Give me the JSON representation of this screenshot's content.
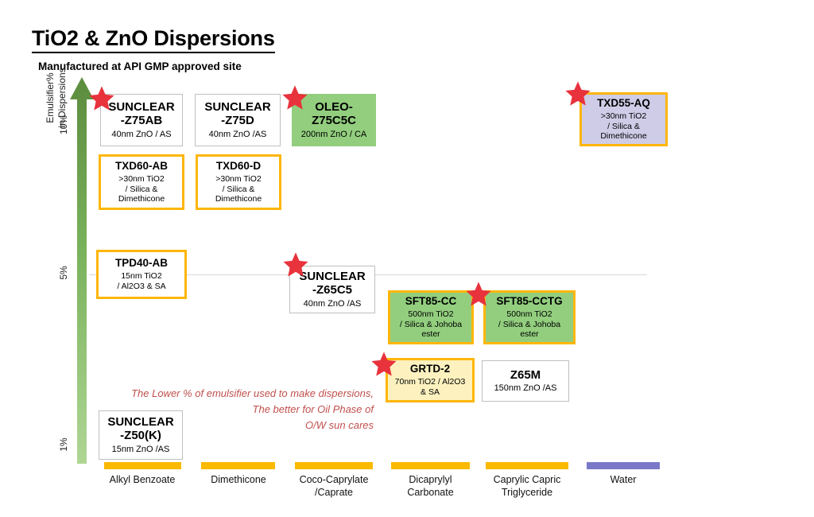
{
  "header": {
    "title": "TiO2 & ZnO Dispersions",
    "subtitle": "Manufactured at API GMP approved site"
  },
  "chart_data": {
    "type": "scatter",
    "title": "TiO2 & ZnO Dispersions",
    "subtitle": "Manufactured at API GMP approved site",
    "xlabel": "",
    "ylabel": "Emulsifier%\nin Dispersions",
    "y_ticks": [
      "10%",
      "5%",
      "1%"
    ],
    "ylim": [
      1,
      11
    ],
    "grid": "single horizontal gridline at 5%",
    "legend": "none",
    "categories": [
      "Alkyl Benzoate",
      "Dimethicone",
      "Coco-Caprylate\n/Caprate",
      "Dicaprylyl\nCarbonate",
      "Caprylic Capric\nTriglyceride",
      "Water"
    ],
    "category_colors": [
      "#FBB900",
      "#FBB900",
      "#FBB900",
      "#FBB900",
      "#FBB900",
      "#7A78C8"
    ],
    "annotation": "The Lower % of emulsifier used to make dispersions,\nThe better for  Oil Phase of\nO/W sun cares",
    "annotation_color": "#C0504D",
    "points": [
      {
        "name": "SUNCLEAR\n-Z75AB",
        "detail": "40nm ZnO / AS",
        "category": "Alkyl Benzoate",
        "y": 10,
        "style": "white",
        "star": true
      },
      {
        "name": "SUNCLEAR\n-Z75D",
        "detail": "40nm ZnO /AS",
        "category": "Dimethicone",
        "y": 10,
        "style": "white",
        "star": false
      },
      {
        "name": "OLEO-\nZ75C5C",
        "detail": "200nm ZnO / CA",
        "category": "Coco-Caprylate /Caprate",
        "y": 10,
        "style": "green",
        "star": true
      },
      {
        "name": "TXD55-AQ",
        "detail": ">30nm TiO2\n/ Silica &\nDimethicone",
        "category": "Water",
        "y": 10,
        "style": "lavender",
        "star": true
      },
      {
        "name": "TXD60-AB",
        "detail": ">30nm TiO2\n/ Silica &\nDimethicone",
        "category": "Alkyl Benzoate",
        "y": 8,
        "style": "orange",
        "star": false
      },
      {
        "name": "TXD60-D",
        "detail": ">30nm TiO2\n/ Silica &\nDimethicone",
        "category": "Dimethicone",
        "y": 8,
        "style": "orange",
        "star": false
      },
      {
        "name": "TPD40-AB",
        "detail": "15nm TiO2\n/ Al2O3 & SA",
        "category": "Alkyl Benzoate",
        "y": 5,
        "style": "orange",
        "star": false
      },
      {
        "name": "SUNCLEAR\n-Z65C5",
        "detail": "40nm ZnO /AS",
        "category": "Coco-Caprylate /Caprate",
        "y": 4.6,
        "style": "white",
        "star": true
      },
      {
        "name": "SFT85-CC",
        "detail": "500nm TiO2\n/ Silica & Johoba\nester",
        "category": "Dicaprylyl Carbonate",
        "y": 4,
        "style": "green-orange",
        "star": false
      },
      {
        "name": "SFT85-CCTG",
        "detail": "500nm TiO2\n/ Silica & Johoba\nester",
        "category": "Caprylic Capric Triglyceride",
        "y": 4,
        "style": "green-orange",
        "star": true
      },
      {
        "name": "GRTD-2",
        "detail": "70nm TiO2 / Al2O3\n& SA",
        "category": "Dicaprylyl Carbonate",
        "y": 3,
        "style": "yellow",
        "star": true
      },
      {
        "name": "Z65M",
        "detail": "150nm ZnO /AS",
        "category": "Caprylic Capric Triglyceride",
        "y": 3,
        "style": "white",
        "star": false
      },
      {
        "name": "SUNCLEAR\n-Z50(K)",
        "detail": "15nm ZnO /AS",
        "category": "Alkyl Benzoate",
        "y": 1.3,
        "style": "white",
        "star": false
      }
    ]
  },
  "nodes": {
    "sunclear_z75ab": {
      "name": "SUNCLEAR\n-Z75AB",
      "detail": "40nm ZnO / AS"
    },
    "sunclear_z75d": {
      "name": "SUNCLEAR\n-Z75D",
      "detail": "40nm ZnO /AS"
    },
    "oleo_z75c5c": {
      "name": "OLEO-\nZ75C5C",
      "detail": "200nm ZnO / CA"
    },
    "txd55_aq": {
      "name": "TXD55-AQ",
      "detail": ">30nm TiO2\n/ Silica &\nDimethicone"
    },
    "txd60_ab": {
      "name": "TXD60-AB",
      "detail": ">30nm TiO2\n/ Silica &\nDimethicone"
    },
    "txd60_d": {
      "name": "TXD60-D",
      "detail": ">30nm TiO2\n/ Silica &\nDimethicone"
    },
    "tpd40_ab": {
      "name": "TPD40-AB",
      "detail": "15nm TiO2\n/ Al2O3 & SA"
    },
    "sunclear_z65c5": {
      "name": "SUNCLEAR\n-Z65C5",
      "detail": "40nm ZnO /AS"
    },
    "sft85_cc": {
      "name": "SFT85-CC",
      "detail": "500nm TiO2\n/ Silica & Johoba\nester"
    },
    "sft85_cctg": {
      "name": "SFT85-CCTG",
      "detail": "500nm TiO2\n/ Silica & Johoba\nester"
    },
    "grtd_2": {
      "name": "GRTD-2",
      "detail": "70nm TiO2 / Al2O3\n& SA"
    },
    "z65m": {
      "name": "Z65M",
      "detail": "150nm ZnO /AS"
    },
    "sunclear_z50k": {
      "name": "SUNCLEAR\n-Z50(K)",
      "detail": "15nm ZnO /AS"
    }
  },
  "axis": {
    "y_title": "Emulsifier%\nin Dispersions",
    "tick_10": "10%",
    "tick_5": "5%",
    "tick_1": "1%",
    "x": [
      "Alkyl Benzoate",
      "Dimethicone",
      "Coco-Caprylate\n/Caprate",
      "Dicaprylyl\nCarbonate",
      "Caprylic Capric\nTriglyceride",
      "Water"
    ]
  },
  "note": "The Lower % of emulsifier used to make dispersions,\nThe better for  Oil Phase of\nO/W sun cares",
  "colors": {
    "star": "#E8323C",
    "orange_border": "#FFB60A",
    "green_fill": "#92CE7E",
    "lavender_fill": "#CFCCE8",
    "yellow_fill": "#FDF2BF",
    "axis_bar": "#FBB900",
    "water_bar": "#7A78C8",
    "note_text": "#C0504D",
    "arrow_top": "#5C8C3E",
    "arrow_bottom": "#A9D28E"
  }
}
